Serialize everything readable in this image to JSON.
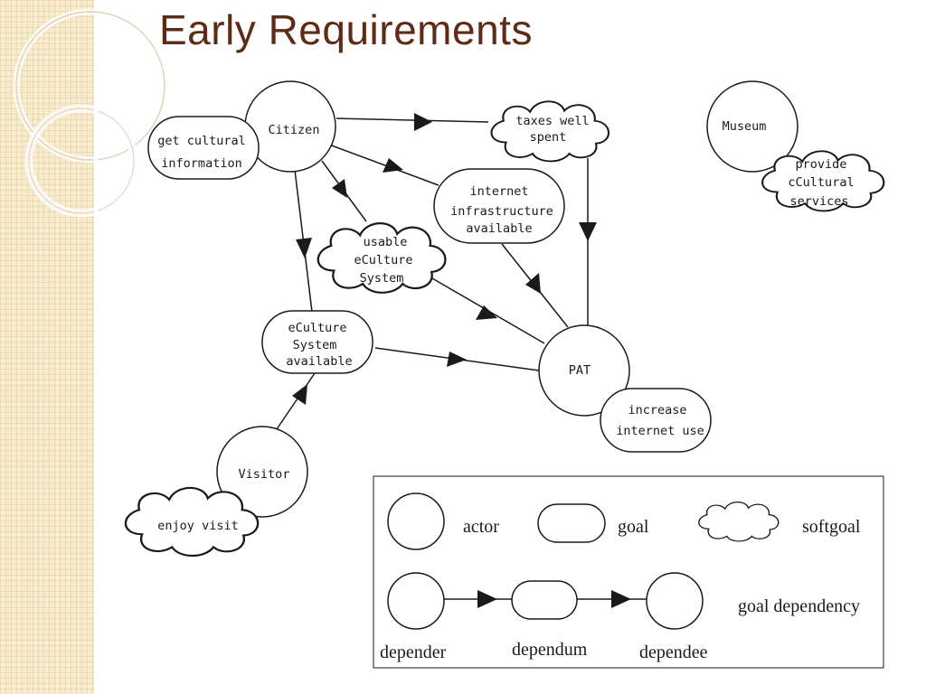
{
  "slide": {
    "title": "Early Requirements"
  },
  "diagram": {
    "actors": {
      "citizen": "Citizen",
      "museum": "Museum",
      "pat": "PAT",
      "visitor": "Visitor"
    },
    "goals": {
      "get_cultural_information": [
        "get cultural",
        "information"
      ],
      "internet_infrastructure_available": [
        "internet",
        "infrastructure",
        "available"
      ],
      "eculture_system_available": [
        "eCulture",
        "System",
        "available"
      ],
      "increase_internet_use": [
        "increase",
        "internet use"
      ]
    },
    "softgoals": {
      "taxes_well_spent": [
        "taxes well",
        "spent"
      ],
      "provide_ecultural_services": [
        "provide",
        "cCultural",
        "services"
      ],
      "usable_eculture_system": [
        "usable",
        "eCulture",
        "System"
      ],
      "enjoy_visit": [
        "enjoy visit"
      ]
    }
  },
  "legend": {
    "actor": "actor",
    "goal": "goal",
    "softgoal": "softgoal",
    "depender": "depender",
    "dependum": "dependum",
    "dependee": "dependee",
    "goal_dependency": "goal dependency"
  }
}
